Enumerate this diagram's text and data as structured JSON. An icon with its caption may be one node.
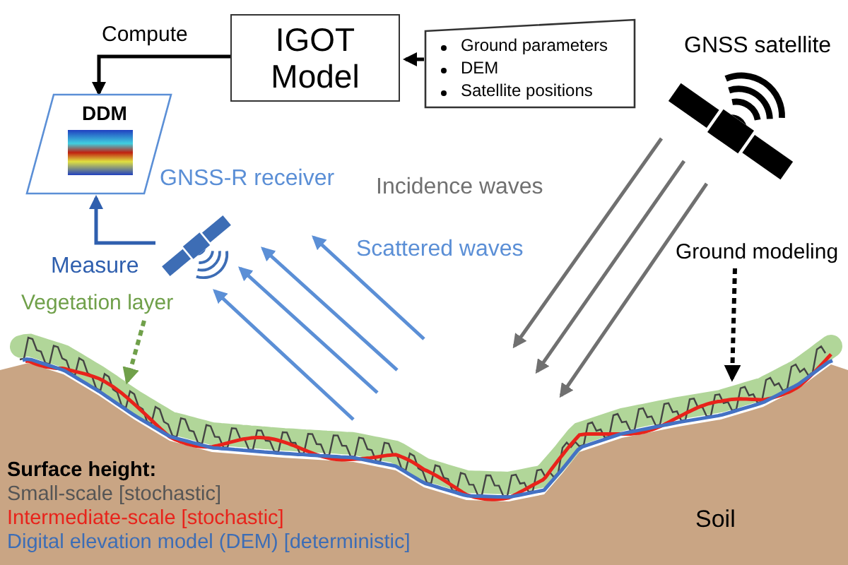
{
  "diagram": {
    "nodes": [
      {
        "text": [
          "IGOT Model"
        ]
      },
      {
        "text": [
          "Ground parameters",
          "DEM",
          "Satellite positions"
        ]
      },
      {
        "text": [
          "DDM"
        ]
      },
      {
        "text": [
          "GNSS-R receiver"
        ]
      },
      {
        "text": [
          "GNSS satellite"
        ]
      },
      {
        "text": [
          "Vegetation layer"
        ]
      },
      {
        "text": [
          "Ground modeling"
        ]
      },
      {
        "text": [],
        "shape": "band"
      },
      {
        "text": [
          "Soil"
        ]
      }
    ],
    "edges": [
      {
        "from": 1,
        "to": 0,
        "arrow": "to",
        "color": "#000000"
      },
      {
        "from": 0,
        "to": 2,
        "arrow": "to",
        "label": "Compute",
        "color": "#000000"
      },
      {
        "from": 3,
        "to": 2,
        "arrow": "to",
        "label": "Measure",
        "color": "#2f5fae"
      },
      {
        "from": 4,
        "to": 7,
        "arrow": "to",
        "label": "Incidence waves",
        "color": "#707070"
      },
      {
        "from": 4,
        "to": 7,
        "arrow": "to",
        "color": "#707070"
      },
      {
        "from": 4,
        "to": 7,
        "arrow": "to",
        "color": "#707070"
      },
      {
        "from": 7,
        "to": 3,
        "arrow": "to",
        "color": "#5b8fd6"
      },
      {
        "from": 7,
        "to": 3,
        "arrow": "to",
        "color": "#5b8fd6"
      },
      {
        "from": 7,
        "to": 3,
        "arrow": "to",
        "color": "#5b8fd6"
      },
      {
        "from": 7,
        "to": 3,
        "arrow": "to",
        "label": "Scattered waves",
        "color": "#5b8fd6"
      },
      {
        "from": 5,
        "to": 7,
        "arrow": "to",
        "style": "dashed",
        "color": "#70a04a"
      },
      {
        "from": 6,
        "to": 7,
        "arrow": "to",
        "style": "dashed",
        "color": "#000000"
      }
    ],
    "labels": [
      "Surface height:",
      "Small-scale [stochastic]",
      "Intermediate-scale [stochastic]",
      "Digital elevation model (DEM) [deterministic]"
    ]
  }
}
